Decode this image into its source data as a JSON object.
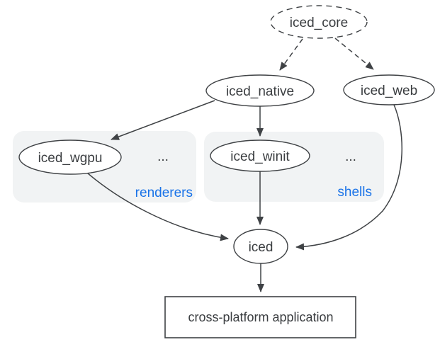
{
  "diagram": {
    "nodes": {
      "iced_core": {
        "label": "iced_core",
        "shape": "ellipse",
        "style": "dashed"
      },
      "iced_native": {
        "label": "iced_native",
        "shape": "ellipse",
        "style": "solid"
      },
      "iced_web": {
        "label": "iced_web",
        "shape": "ellipse",
        "style": "solid"
      },
      "iced_wgpu": {
        "label": "iced_wgpu",
        "shape": "ellipse",
        "style": "solid"
      },
      "iced_winit": {
        "label": "iced_winit",
        "shape": "ellipse",
        "style": "solid"
      },
      "iced": {
        "label": "iced",
        "shape": "ellipse",
        "style": "solid"
      },
      "application": {
        "label": "cross-platform application",
        "shape": "rectangle",
        "style": "solid"
      }
    },
    "groups": {
      "renderers": {
        "label": "renderers",
        "ellipsis": "...",
        "members": [
          "iced_wgpu"
        ]
      },
      "shells": {
        "label": "shells",
        "ellipsis": "...",
        "members": [
          "iced_winit"
        ]
      }
    },
    "edges": [
      {
        "from": "iced_core",
        "to": "iced_native",
        "style": "dashed"
      },
      {
        "from": "iced_core",
        "to": "iced_web",
        "style": "dashed"
      },
      {
        "from": "iced_native",
        "to": "iced_wgpu",
        "style": "solid"
      },
      {
        "from": "iced_native",
        "to": "iced_winit",
        "style": "solid"
      },
      {
        "from": "iced_wgpu",
        "to": "iced",
        "style": "solid"
      },
      {
        "from": "iced_winit",
        "to": "iced",
        "style": "solid"
      },
      {
        "from": "iced_web",
        "to": "iced",
        "style": "solid"
      },
      {
        "from": "iced",
        "to": "application",
        "style": "solid"
      }
    ],
    "colors": {
      "stroke": "#3f4245",
      "text": "#3a3d40",
      "group_fill": "#f1f3f4",
      "group_label": "#1a73e8",
      "background": "#ffffff"
    }
  }
}
